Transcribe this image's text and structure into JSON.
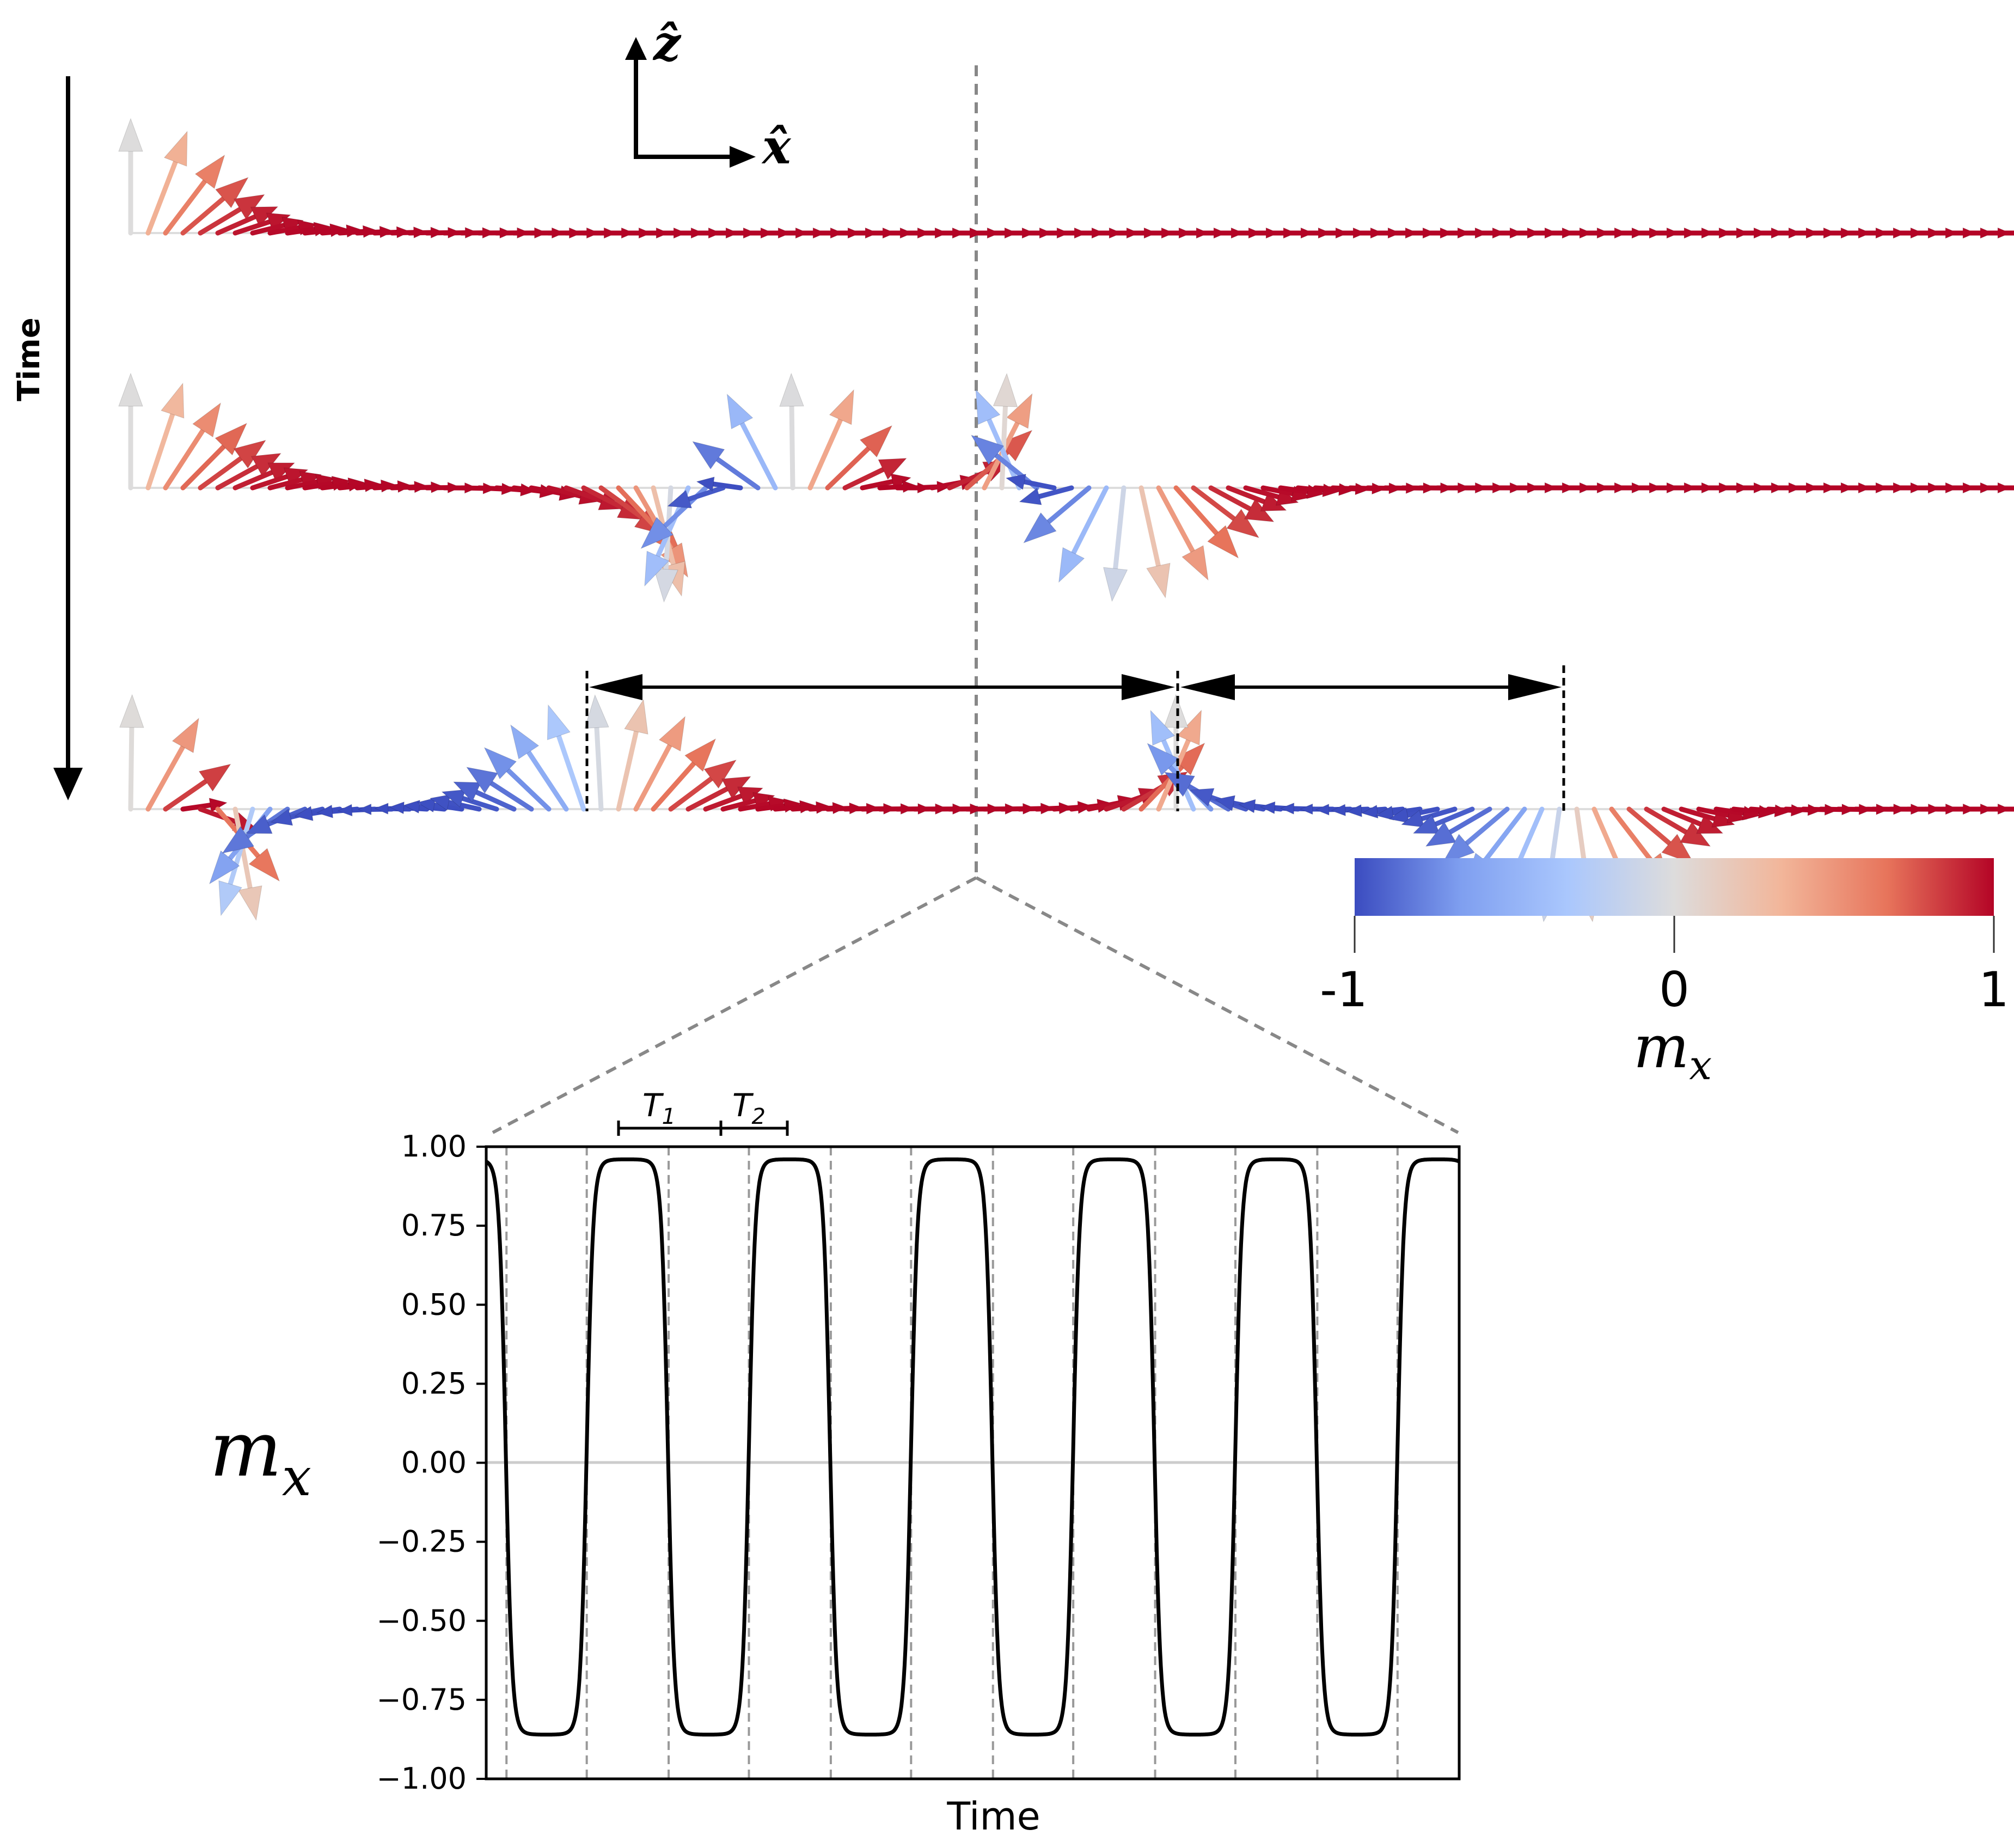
{
  "time_axis_label": "Time",
  "axes_triad": {
    "z_label": "ẑ",
    "x_label": "x̂"
  },
  "colorbar": {
    "label": "m",
    "label_sub": "x",
    "ticks": [
      "-1",
      "0",
      "1"
    ],
    "colors": [
      "#3b4cc0",
      "#7f9ff0",
      "#aac7fd",
      "#dddcdc",
      "#f2b69a",
      "#e7745b",
      "#b40426"
    ]
  },
  "panels": [
    {
      "name": "initial-state"
    },
    {
      "name": "intermediate-state"
    },
    {
      "name": "final-state"
    }
  ],
  "chart_data": {
    "type": "line",
    "xlabel": "Time",
    "ylabel": "m",
    "ylabel_sub": "x",
    "ylim": [
      -1.0,
      1.0
    ],
    "yticks": [
      "1.00",
      "0.75",
      "0.50",
      "0.25",
      "0.00",
      "−0.25",
      "−0.50",
      "−0.75",
      "−1.00"
    ],
    "ytick_values": [
      1.0,
      0.75,
      0.5,
      0.25,
      0.0,
      -0.25,
      -0.5,
      -0.75,
      -1.0
    ],
    "series": [
      {
        "max": 0.96,
        "min": -0.86,
        "periods": 6
      }
    ],
    "period_labels": [
      {
        "label": "T",
        "sub": "1"
      },
      {
        "label": "T",
        "sub": "2"
      }
    ],
    "grid": "vertical dashed lines at zero crossings"
  }
}
